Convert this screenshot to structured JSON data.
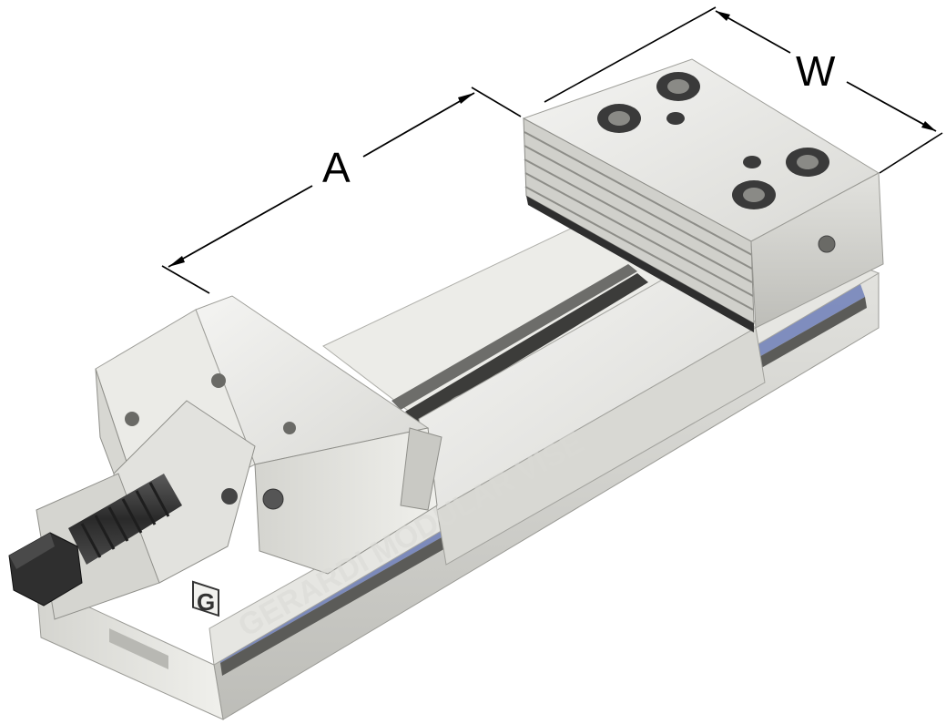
{
  "dimensions": {
    "a_label": "A",
    "w_label": "W"
  },
  "logo": {
    "letter": "G",
    "side_text": "GERARDI MODULAR VISE"
  },
  "colors": {
    "steel_light": "#e9e9e6",
    "steel_mid": "#cfcfcb",
    "steel_dark": "#8c8c88",
    "screw": "#3a3a3a",
    "base_stripe": "#6f7fb8",
    "dimension_line": "#000000"
  }
}
